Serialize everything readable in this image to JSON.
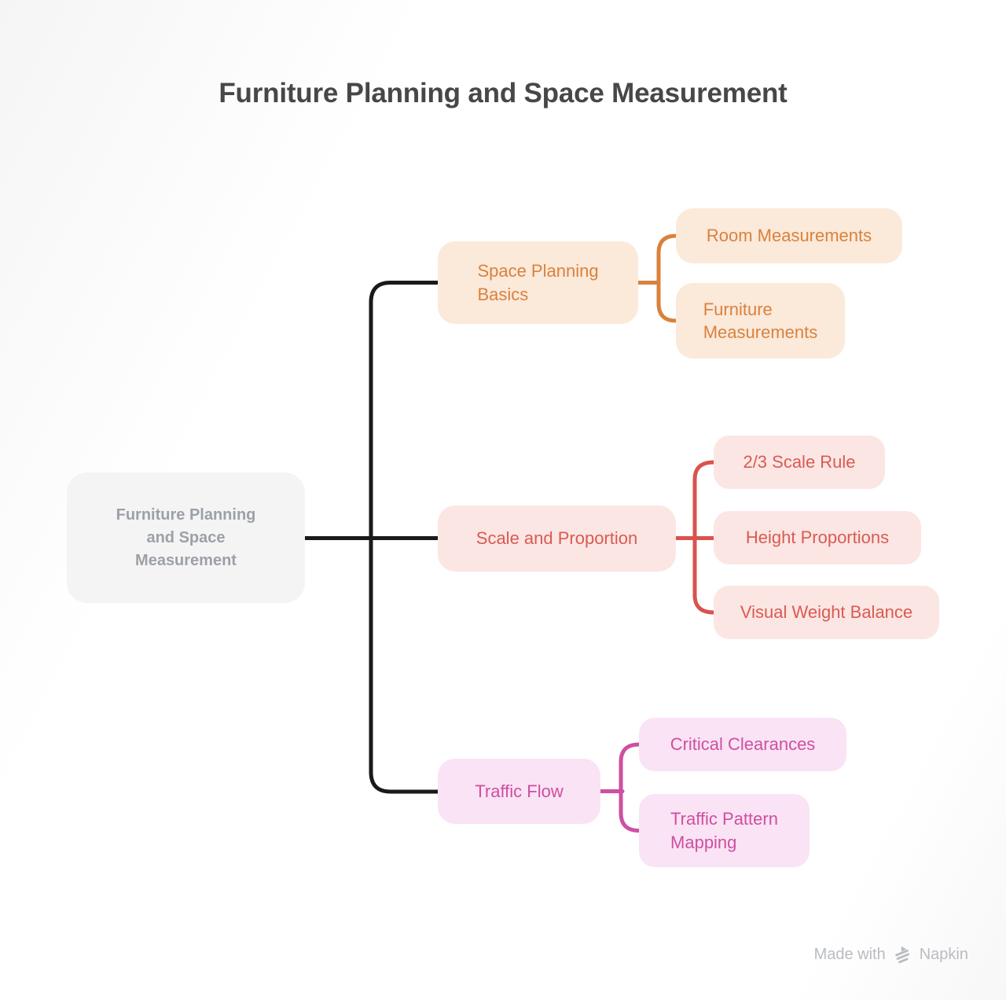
{
  "title": "Furniture Planning and Space Measurement",
  "root": {
    "label": "Furniture Planning\nand Space\nMeasurement"
  },
  "branches": [
    {
      "label": "Space Planning\nBasics",
      "children": [
        {
          "label": "Room Measurements"
        },
        {
          "label": "Furniture\nMeasurements"
        }
      ]
    },
    {
      "label": "Scale and Proportion",
      "children": [
        {
          "label": "2/3 Scale Rule"
        },
        {
          "label": "Height Proportions"
        },
        {
          "label": "Visual Weight Balance"
        }
      ]
    },
    {
      "label": "Traffic Flow",
      "children": [
        {
          "label": "Critical Clearances"
        },
        {
          "label": "Traffic Pattern\nMapping"
        }
      ]
    }
  ],
  "watermark": {
    "prefix": "Made with",
    "brand": "Napkin",
    "logo_icon": "napkin-logo-icon"
  },
  "colors": {
    "title_text": "#474747",
    "root_bg": "#f4f4f5",
    "root_text": "#9ca1a7",
    "trunk_line": "#1a1a1a",
    "orange_bg": "#fbe9da",
    "orange_text": "#d9823c",
    "orange_line": "#d9823c",
    "red_bg": "#fbe6e4",
    "red_text": "#db5a52",
    "red_line": "#d9534e",
    "pink_bg": "#fae3f4",
    "pink_text": "#ce4fa2",
    "pink_line": "#ce4fa2",
    "watermark_text": "#b9bcc1"
  }
}
